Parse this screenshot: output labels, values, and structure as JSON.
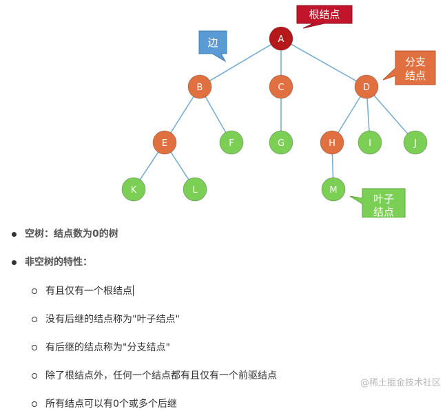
{
  "diagram": {
    "nodes": [
      {
        "id": "A",
        "label": "A",
        "color": "#b51818"
      },
      {
        "id": "B",
        "label": "B",
        "color": "#e07040"
      },
      {
        "id": "C",
        "label": "C",
        "color": "#e07040"
      },
      {
        "id": "D",
        "label": "D",
        "color": "#e07040"
      },
      {
        "id": "E",
        "label": "E",
        "color": "#e07040"
      },
      {
        "id": "F",
        "label": "F",
        "color": "#7ccf55"
      },
      {
        "id": "G",
        "label": "G",
        "color": "#7ccf55"
      },
      {
        "id": "H",
        "label": "H",
        "color": "#e07040"
      },
      {
        "id": "I",
        "label": "I",
        "color": "#7ccf55"
      },
      {
        "id": "J",
        "label": "J",
        "color": "#7ccf55"
      },
      {
        "id": "K",
        "label": "K",
        "color": "#7ccf55"
      },
      {
        "id": "L",
        "label": "L",
        "color": "#7ccf55"
      },
      {
        "id": "M",
        "label": "M",
        "color": "#7ccf55"
      }
    ],
    "edges": [
      [
        "A",
        "B"
      ],
      [
        "A",
        "C"
      ],
      [
        "A",
        "D"
      ],
      [
        "B",
        "E"
      ],
      [
        "B",
        "F"
      ],
      [
        "C",
        "G"
      ],
      [
        "D",
        "H"
      ],
      [
        "D",
        "I"
      ],
      [
        "D",
        "J"
      ],
      [
        "E",
        "K"
      ],
      [
        "E",
        "L"
      ],
      [
        "H",
        "M"
      ]
    ],
    "edge_color": "#7aaed0",
    "callouts": {
      "root": {
        "text": "根结点",
        "color": "#c0152a"
      },
      "edge": {
        "text": "边",
        "color": "#5b9bd5"
      },
      "branch": {
        "lines": [
          "分支",
          "结点"
        ],
        "color": "#e07040"
      },
      "leaf": {
        "lines": [
          "叶子",
          "结点"
        ],
        "color": "#7ccf55"
      }
    }
  },
  "list": {
    "empty_tree": "空树：结点数为0的树",
    "nonempty_tree": "非空树的特性：",
    "properties": [
      "有且仅有一个根结点",
      "没有后继的结点称为\"叶子结点\"",
      "有后继的结点称为\"分支结点\"",
      "除了根结点外，任何一个结点都有且仅有一个前驱结点",
      "所有结点可以有0个或多个后继"
    ]
  },
  "watermark": "@稀土掘金技术社区"
}
